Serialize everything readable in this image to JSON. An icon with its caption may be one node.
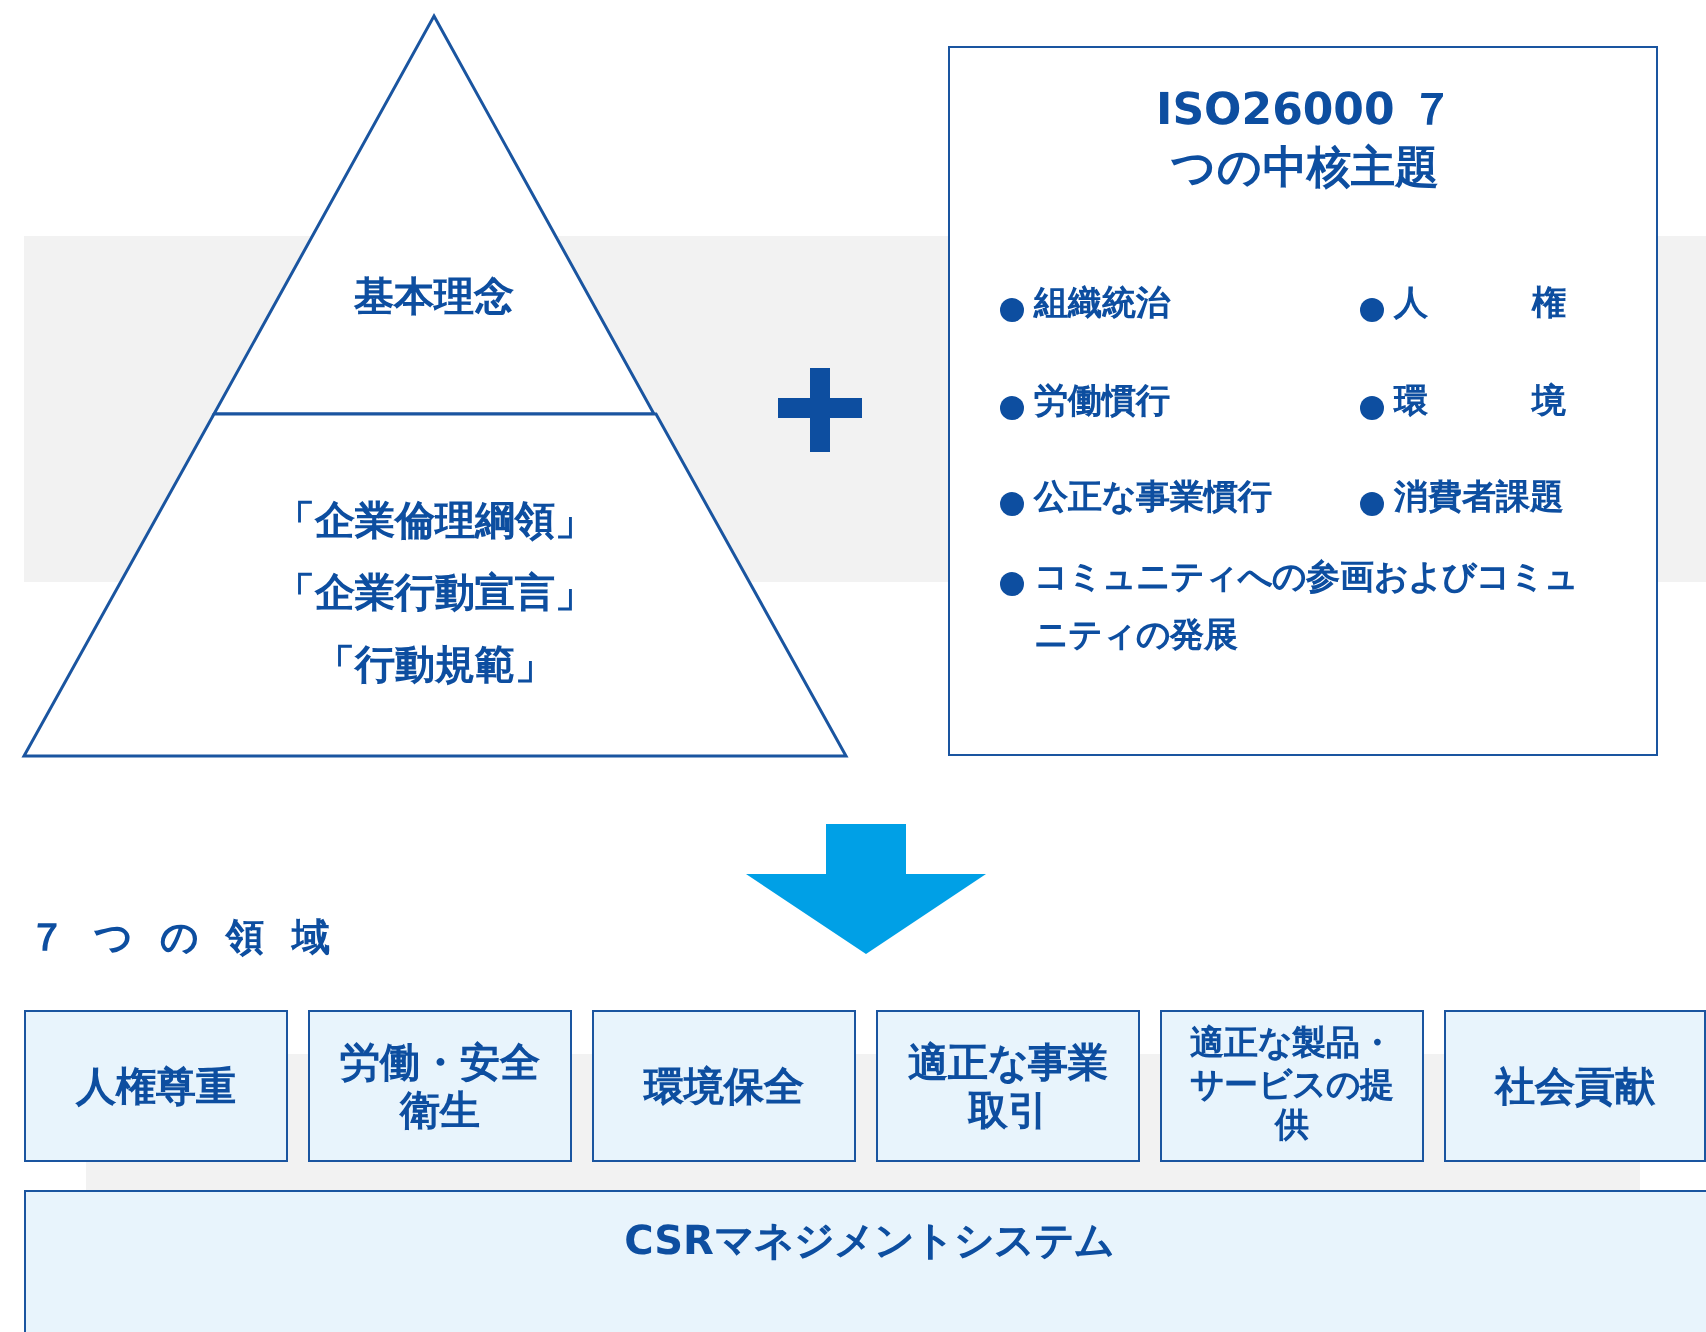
{
  "diagram": {
    "nodes": [
      {
        "text": [
          "基本理念"
        ]
      },
      {
        "text": [
          "「企業倫理綱領」",
          "「企業行動宣言」",
          "「行動規範」"
        ]
      },
      {
        "text": [
          "ISO26000 ７つの中核主題",
          "組織統治",
          "人権",
          "労働慣行",
          "環境",
          "公正な事業慣行",
          "消費者課題",
          "コミュニティへの参画およびコミュニティの発展"
        ]
      },
      {
        "text": [
          "人権尊重"
        ]
      },
      {
        "text": [
          "労働・安全衛生"
        ]
      },
      {
        "text": [
          "環境保全"
        ]
      },
      {
        "text": [
          "適正な事業取引"
        ]
      },
      {
        "text": [
          "適正な製品・サービスの提供"
        ]
      },
      {
        "text": [
          "社会貢献"
        ]
      },
      {
        "text": [
          "CSRマネジメントシステム"
        ]
      }
    ],
    "labels": [
      "７つの領域"
    ]
  }
}
